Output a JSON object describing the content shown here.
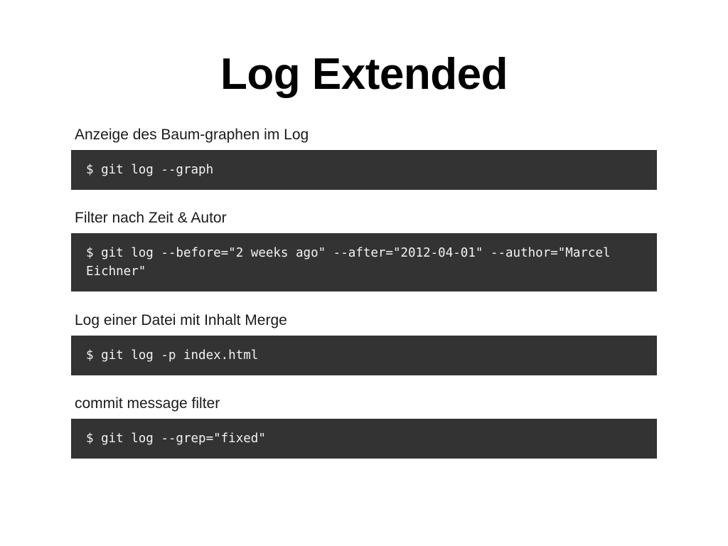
{
  "slide": {
    "title": "Log Extended",
    "background_color": "#ffffff",
    "title_color": "#000000",
    "code_background_color": "#333333",
    "code_text_color": "#f2f2f2",
    "label_color": "#1a1a1a",
    "sections": [
      {
        "label": "Anzeige des Baum-graphen im Log",
        "code": "$ git log --graph"
      },
      {
        "label": "Filter nach Zeit & Autor",
        "code": "$ git log --before=\"2 weeks ago\" --after=\"2012-04-01\" --author=\"Marcel Eichner\""
      },
      {
        "label": "Log einer Datei mit Inhalt Merge",
        "code": "$ git log -p index.html"
      },
      {
        "label": "commit message filter",
        "code": "$ git log --grep=\"fixed\""
      }
    ]
  }
}
